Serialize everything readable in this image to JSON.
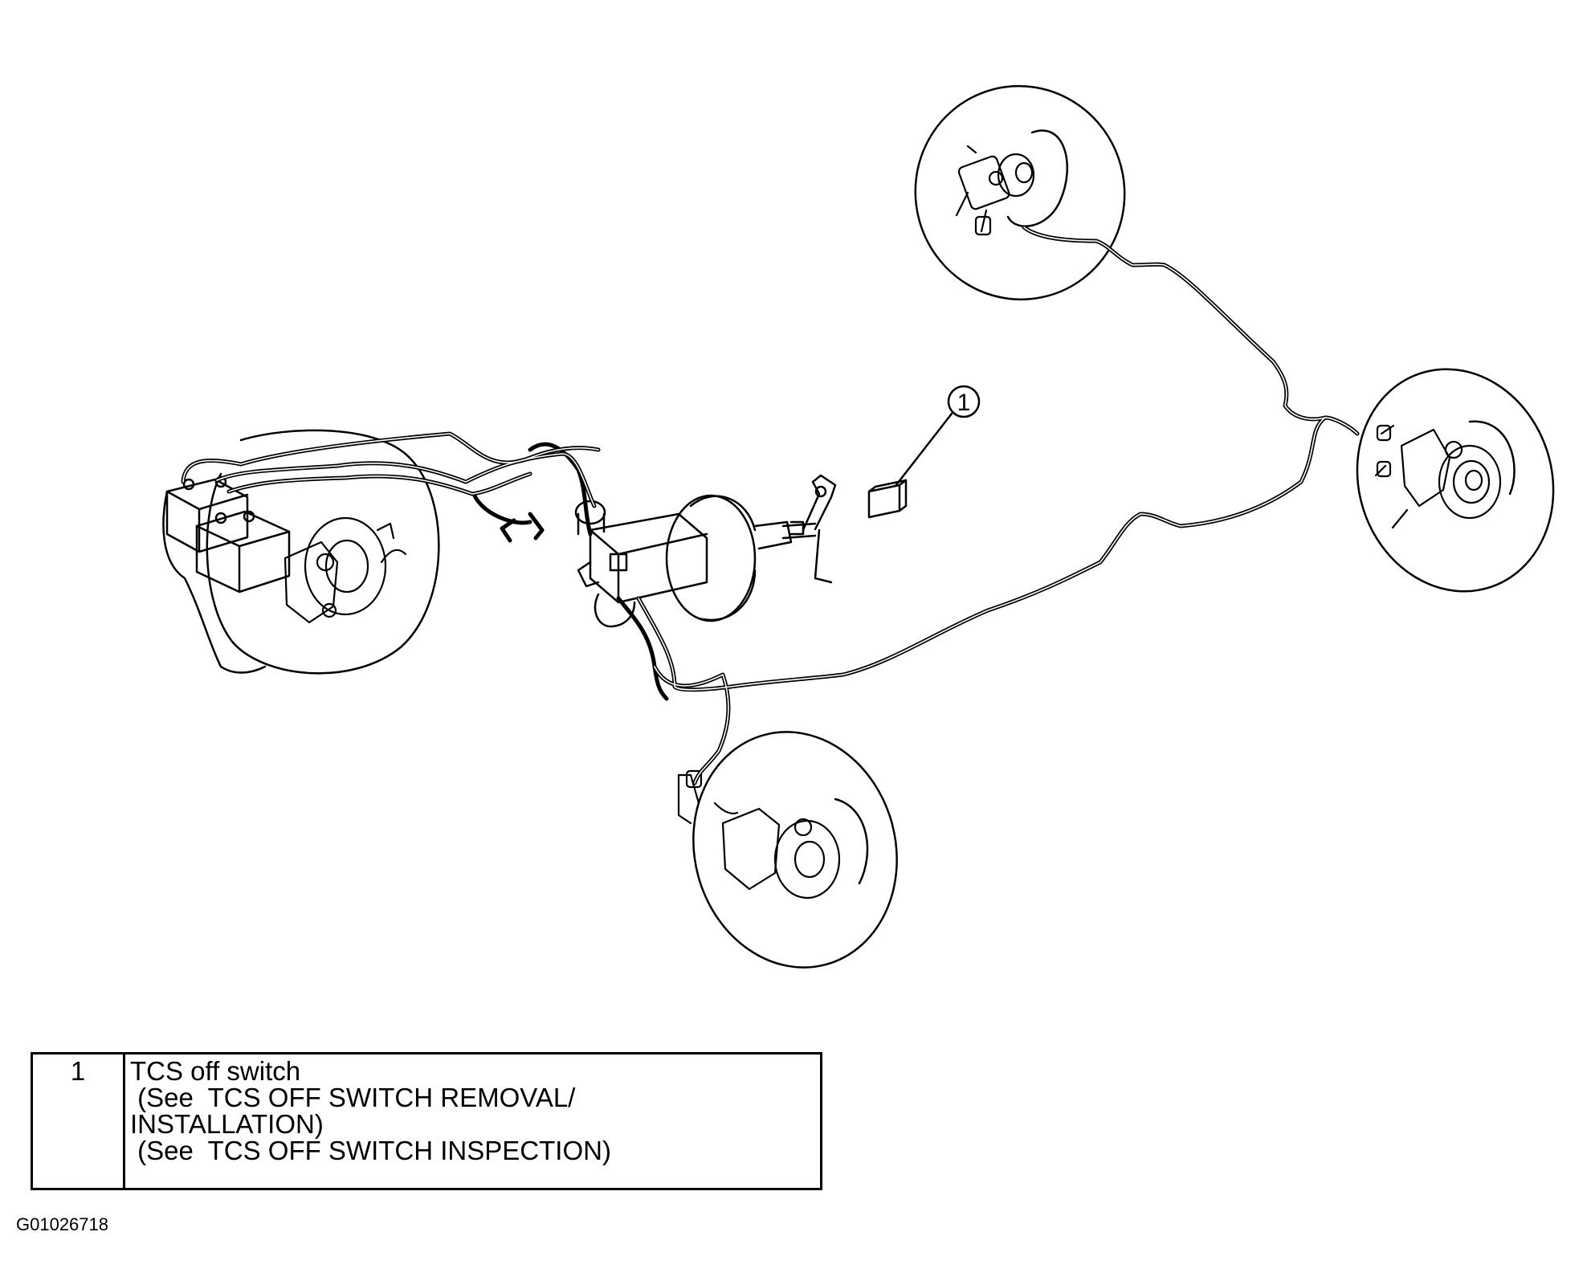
{
  "callout": {
    "number": "1"
  },
  "legend": {
    "rows": [
      {
        "number": "1",
        "lines": [
          "TCS off switch",
          " (See  TCS OFF SWITCH REMOVAL/",
          "INSTALLATION)",
          " (See  TCS OFF SWITCH INSPECTION)"
        ]
      }
    ]
  },
  "figure_id": "G01026718"
}
